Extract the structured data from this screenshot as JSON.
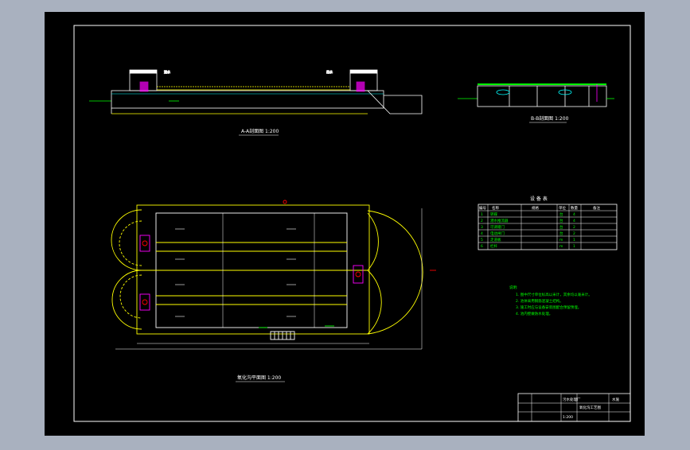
{
  "colors": {
    "background_outer": "#a9b1bf",
    "sheet": "#000000",
    "frame": "#ffffff",
    "structure": "#ffff00",
    "annotation": "#00ff00",
    "equipment": "#ff00ff",
    "highlight": "#ff0000",
    "water": "#00c0ff"
  },
  "views": {
    "longitudinal_section_title": "A-A剖面图 1:200",
    "cross_section_title": "B-B剖面图 1:200",
    "plan_title": "氧化沟平面图 1:200"
  },
  "equipment_table": {
    "title": "设 备 表",
    "headers": [
      "编号",
      "名称",
      "规格",
      "单位",
      "数量",
      "备注"
    ],
    "rows": [
      [
        "1",
        "转碟",
        "",
        "台",
        "4",
        ""
      ],
      [
        "2",
        "潜水推流器",
        "",
        "台",
        "4",
        ""
      ],
      [
        "3",
        "可调堰门",
        "",
        "台",
        "2",
        ""
      ],
      [
        "4",
        "电动闸门",
        "",
        "台",
        "2",
        ""
      ],
      [
        "5",
        "走道板",
        "",
        "m",
        "1",
        ""
      ],
      [
        "6",
        "栏杆",
        "",
        "m",
        "1",
        ""
      ]
    ]
  },
  "notes": {
    "heading": "说明:",
    "items": [
      "1. 图中尺寸单位标高以米计，其余均以毫米计。",
      "2. 池体采用钢筋混凝土结构。",
      "3. 施工时应与设备安装图配合预留预埋。",
      "4. 池内壁做防水处理。"
    ]
  },
  "title_block": {
    "project": "污水处理厂",
    "drawing_name": "氧化沟工艺图",
    "scale": "1:200",
    "sheet": "水施"
  }
}
